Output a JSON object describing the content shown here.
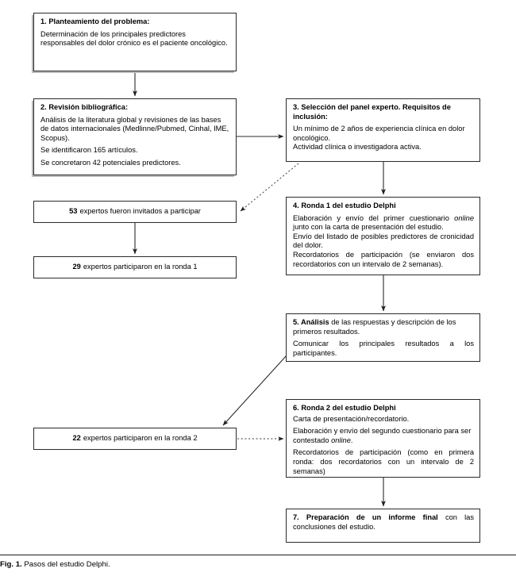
{
  "figure": {
    "label": "Fig. 1.",
    "caption": "Pasos del estudio Delphi."
  },
  "nodes": {
    "box1": {
      "title": "1. Planteamiento del problema:",
      "body": "Determinación de los principales predictores responsables del dolor crónico es el paciente oncológico."
    },
    "box2": {
      "title": "2. Revisión bibliográfica:",
      "line1": "Análisis de la literatura global y revisiones de las bases de datos internacionales (Medlinne/Pubmed, Cinhal, IME, Scopus).",
      "line2": "Se identificaron 165 artículos.",
      "line3": "Se concretaron 42 potenciales predictores."
    },
    "box3": {
      "title": "3. Selección del panel experto. Requisitos de inclusión:",
      "line1": "Un mínimo de 2 años de experiencia clínica en dolor oncológico.",
      "line2": "Actividad clínica o investigadora activa."
    },
    "box4": {
      "title": "4. Ronda 1 del estudio Delphi",
      "line1_a": "Elaboración y envío del primer cuestionario ",
      "line1_italic": "online",
      "line1_b": " junto con la carta de presentación del estudio.",
      "line2": "Envío del listado de posibles predictores de cronicidad del dolor.",
      "line3": "Recordatorios de participación (se enviaron dos recordatorios con un intervalo de 2 semanas)."
    },
    "box5": {
      "title_bold": "5. Análisis",
      "title_rest": " de las respuestas y descripción de los primeros resultados.",
      "line2": "Comunicar los principales resultados a los participantes."
    },
    "box6": {
      "title": "6. Ronda 2 del estudio Delphi",
      "line1": "Carta de presentación/recordatorio.",
      "line2_a": "Elaboración y envío del segundo cuestionario para ser contestado ",
      "line2_italic": "online",
      "line2_b": ".",
      "line3": "Recordatorios de participación (como en primera ronda: dos recordatorios con un intervalo de 2 semanas)"
    },
    "box7": {
      "title_bold": "7. Preparación de un informe final",
      "title_rest": " con las conclusiones del estudio."
    },
    "box53": {
      "number": "53",
      "text": "expertos fueron invitados a participar"
    },
    "box29": {
      "number": "29",
      "text": "expertos participaron en la ronda 1"
    },
    "box22": {
      "number": "22",
      "text": "expertos participaron en la ronda 2"
    }
  },
  "connectors": [
    {
      "name": "box1-to-box2",
      "style": "solid",
      "from": "box1",
      "to": "box2"
    },
    {
      "name": "box2-to-box3",
      "style": "solid",
      "from": "box2",
      "to": "box3"
    },
    {
      "name": "box3-to-box53",
      "style": "dotted",
      "from": "box3",
      "to": "box53"
    },
    {
      "name": "box3-to-box4",
      "style": "solid",
      "from": "box3",
      "to": "box4"
    },
    {
      "name": "box53-to-box29",
      "style": "solid",
      "from": "box53",
      "to": "box29"
    },
    {
      "name": "box4-to-box5",
      "style": "solid",
      "from": "box4",
      "to": "box5"
    },
    {
      "name": "box5-to-box22",
      "style": "solid",
      "from": "box5",
      "to": "box22"
    },
    {
      "name": "box22-to-box6",
      "style": "dotted",
      "from": "box22",
      "to": "box6"
    },
    {
      "name": "box6-to-box7",
      "style": "solid",
      "from": "box6",
      "to": "box7"
    }
  ],
  "colors": {
    "stroke": "#2b2b2b",
    "background": "#ffffff",
    "text": "#000000",
    "shadow": "#b9b9b9"
  }
}
